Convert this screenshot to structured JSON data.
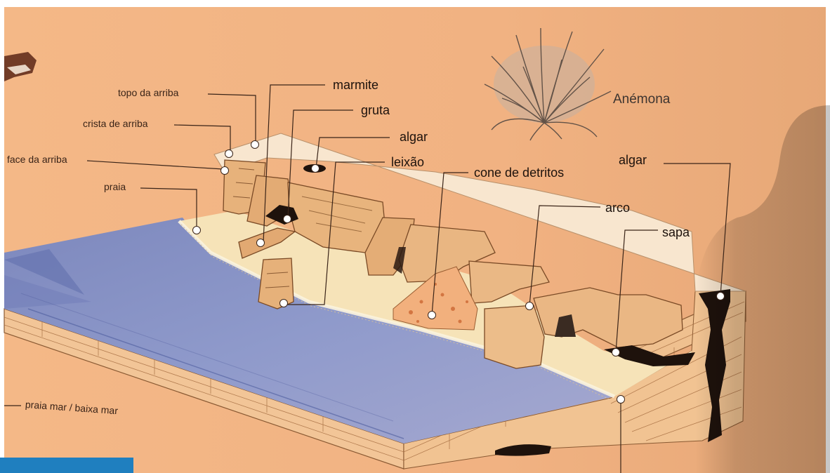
{
  "labels": {
    "topo_da_arriba": "topo da arriba",
    "crista_de_arriba": "crista de arriba",
    "face_da_arriba": "face da arriba",
    "praia": "praia",
    "marmite": "marmite",
    "gruta": "gruta",
    "algar_top": "algar",
    "leixao": "leixão",
    "cone_de_detritos": "cone de detritos",
    "anemona": "Anémona",
    "algar_right": "algar",
    "arco": "arco",
    "sapa": "sapa",
    "praia_mar": "praia mar / baixa mar"
  },
  "colors": {
    "board": "#f2b483",
    "sea": "#8593c4",
    "beach": "#f6e3b8",
    "plateau": "#f8e6cf",
    "rock": "#e8b27a",
    "dark": "#1e120c",
    "leader": "#3a2418"
  }
}
